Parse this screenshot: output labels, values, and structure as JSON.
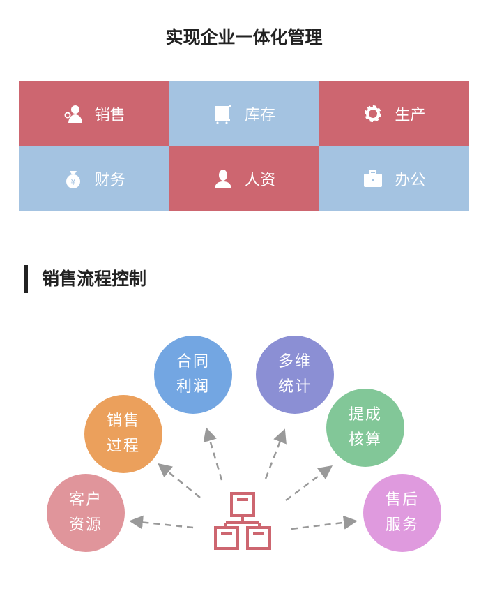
{
  "title": "实现企业一体化管理",
  "modules": [
    {
      "label": "销售",
      "icon": "salesperson-icon",
      "color": "#CD6670"
    },
    {
      "label": "库存",
      "icon": "cart-icon",
      "color": "#A4C3E1"
    },
    {
      "label": "生产",
      "icon": "gear-icon",
      "color": "#CD6670"
    },
    {
      "label": "财务",
      "icon": "money-bag-icon",
      "color": "#A4C3E1"
    },
    {
      "label": "人资",
      "icon": "person-icon",
      "color": "#CD6670"
    },
    {
      "label": "办公",
      "icon": "briefcase-icon",
      "color": "#A4C3E1"
    }
  ],
  "section_title": "销售流程控制",
  "flow": [
    {
      "l1": "客户",
      "l2": "资源",
      "color": "#E0959B"
    },
    {
      "l1": "销售",
      "l2": "过程",
      "color": "#EBA05C"
    },
    {
      "l1": "合同",
      "l2": "利润",
      "color": "#73A6E2"
    },
    {
      "l1": "多维",
      "l2": "统计",
      "color": "#8B8FD4"
    },
    {
      "l1": "提成",
      "l2": "核算",
      "color": "#82C798"
    },
    {
      "l1": "售后",
      "l2": "服务",
      "color": "#DF9ADE"
    }
  ]
}
